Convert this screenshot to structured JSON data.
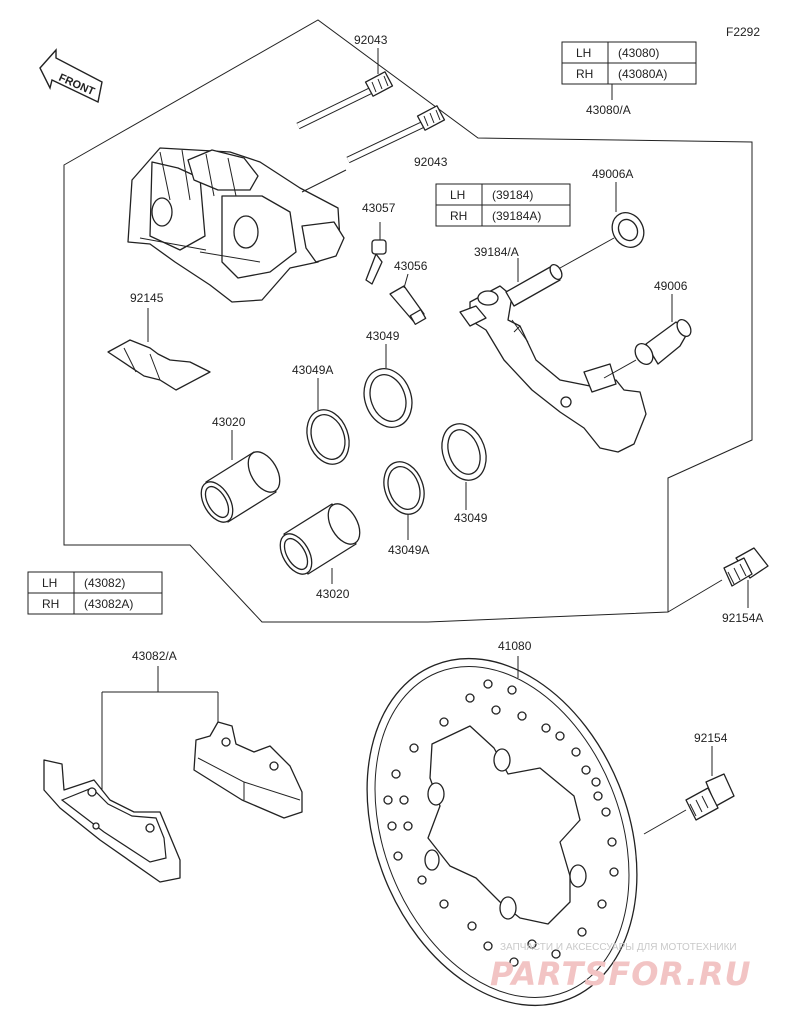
{
  "figure_code": "F2292",
  "front_label": "FRONT",
  "labels": {
    "p92043_top": "92043",
    "p92043_mid": "92043",
    "p43057": "43057",
    "p43056": "43056",
    "p92145": "92145",
    "p43049_a": "43049",
    "p43049a_a": "43049A",
    "p43020_a": "43020",
    "p43049_b": "43049",
    "p43049a_b": "43049A",
    "p43020_b": "43020",
    "p43080": "43080/A",
    "p49006a": "49006A",
    "p39184": "39184/A",
    "p49006": "49006",
    "p92154a": "92154A",
    "p43082": "43082/A",
    "p41080": "41080",
    "p92154": "92154"
  },
  "tables": {
    "t43080": [
      [
        "LH",
        "(43080)"
      ],
      [
        "RH",
        "(43080A)"
      ]
    ],
    "t39184": [
      [
        "LH",
        "(39184)"
      ],
      [
        "RH",
        "(39184A)"
      ]
    ],
    "t43082": [
      [
        "LH",
        "(43082)"
      ],
      [
        "RH",
        "(43082A)"
      ]
    ]
  },
  "watermark": {
    "subtitle": "ЗАПЧАСТИ И АКСЕССУАРЫ ДЛЯ МОТОТЕХНИКИ",
    "brand": "PARTSFOR.RU"
  }
}
